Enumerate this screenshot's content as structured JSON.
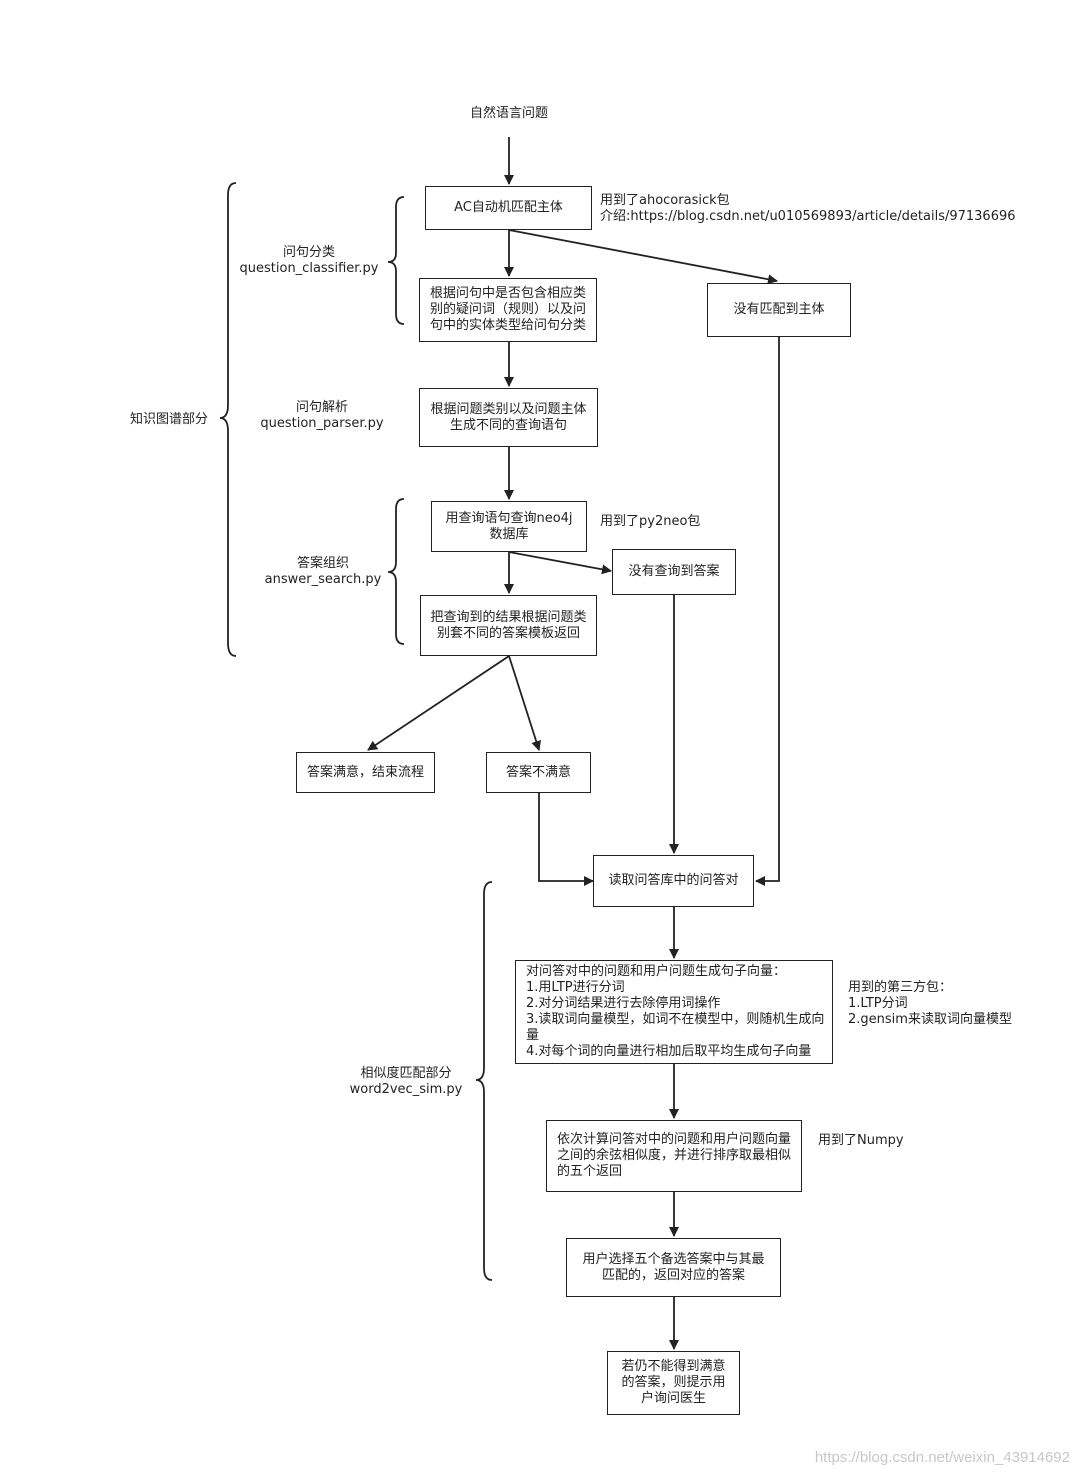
{
  "start": "自然语言问题",
  "nodes": {
    "ac_match": "AC自动机匹配主体",
    "no_match_subject": "没有匹配到主体",
    "classify": "根据问句中是否包含相应类\n别的疑问词（规则）以及问\n句中的实体类型给问句分类",
    "gen_query": "根据问题类别以及问题主体\n生成不同的查询语句",
    "query_neo4j": "用查询语句查询neo4j\n数据库",
    "no_answer": "没有查询到答案",
    "template": "把查询到的结果根据问题类\n别套不同的答案模板返回",
    "satisfied": "答案满意，结束流程",
    "unsatisfied": "答案不满意",
    "read_qa": "读取问答库中的问答对",
    "vectorize": "对问答对中的问题和用户问题生成句子向量：\n1.用LTP进行分词\n2.对分词结果进行去除停用词操作\n3.读取词向量模型，如词不在模型中，则随机生成向\n量\n4.对每个词的向量进行相加后取平均生成句子向量",
    "cosine": "依次计算问答对中的问题和用户问题向量\n之间的余弦相似度，并进行排序取最相似\n的五个返回",
    "user_select": "用户选择五个备选答案中与其最\n匹配的，返回对应的答案",
    "doctor": "若仍不能得到满意\n的答案，则提示用\n户询问医生"
  },
  "notes": {
    "ahocorasick": "用到了ahocorasick包\n介绍:https://blog.csdn.net/u010569893/article/details/97136696",
    "py2neo": "用到了py2neo包",
    "third_party": "用到的第三方包：\n1.LTP分词\n2.gensim来读取词向量模型",
    "numpy": "用到了Numpy"
  },
  "groups": {
    "classifier": "问句分类\nquestion_classifier.py",
    "parser": "问句解析\nquestion_parser.py",
    "answer": "答案组织\nanswer_search.py",
    "kg": "知识图谱部分",
    "sim": "相似度匹配部分\nword2vec_sim.py"
  },
  "watermark": "https://blog.csdn.net/weixin_43914692",
  "colors": {
    "stroke": "#222222",
    "watermark": "#c8c8c8"
  }
}
